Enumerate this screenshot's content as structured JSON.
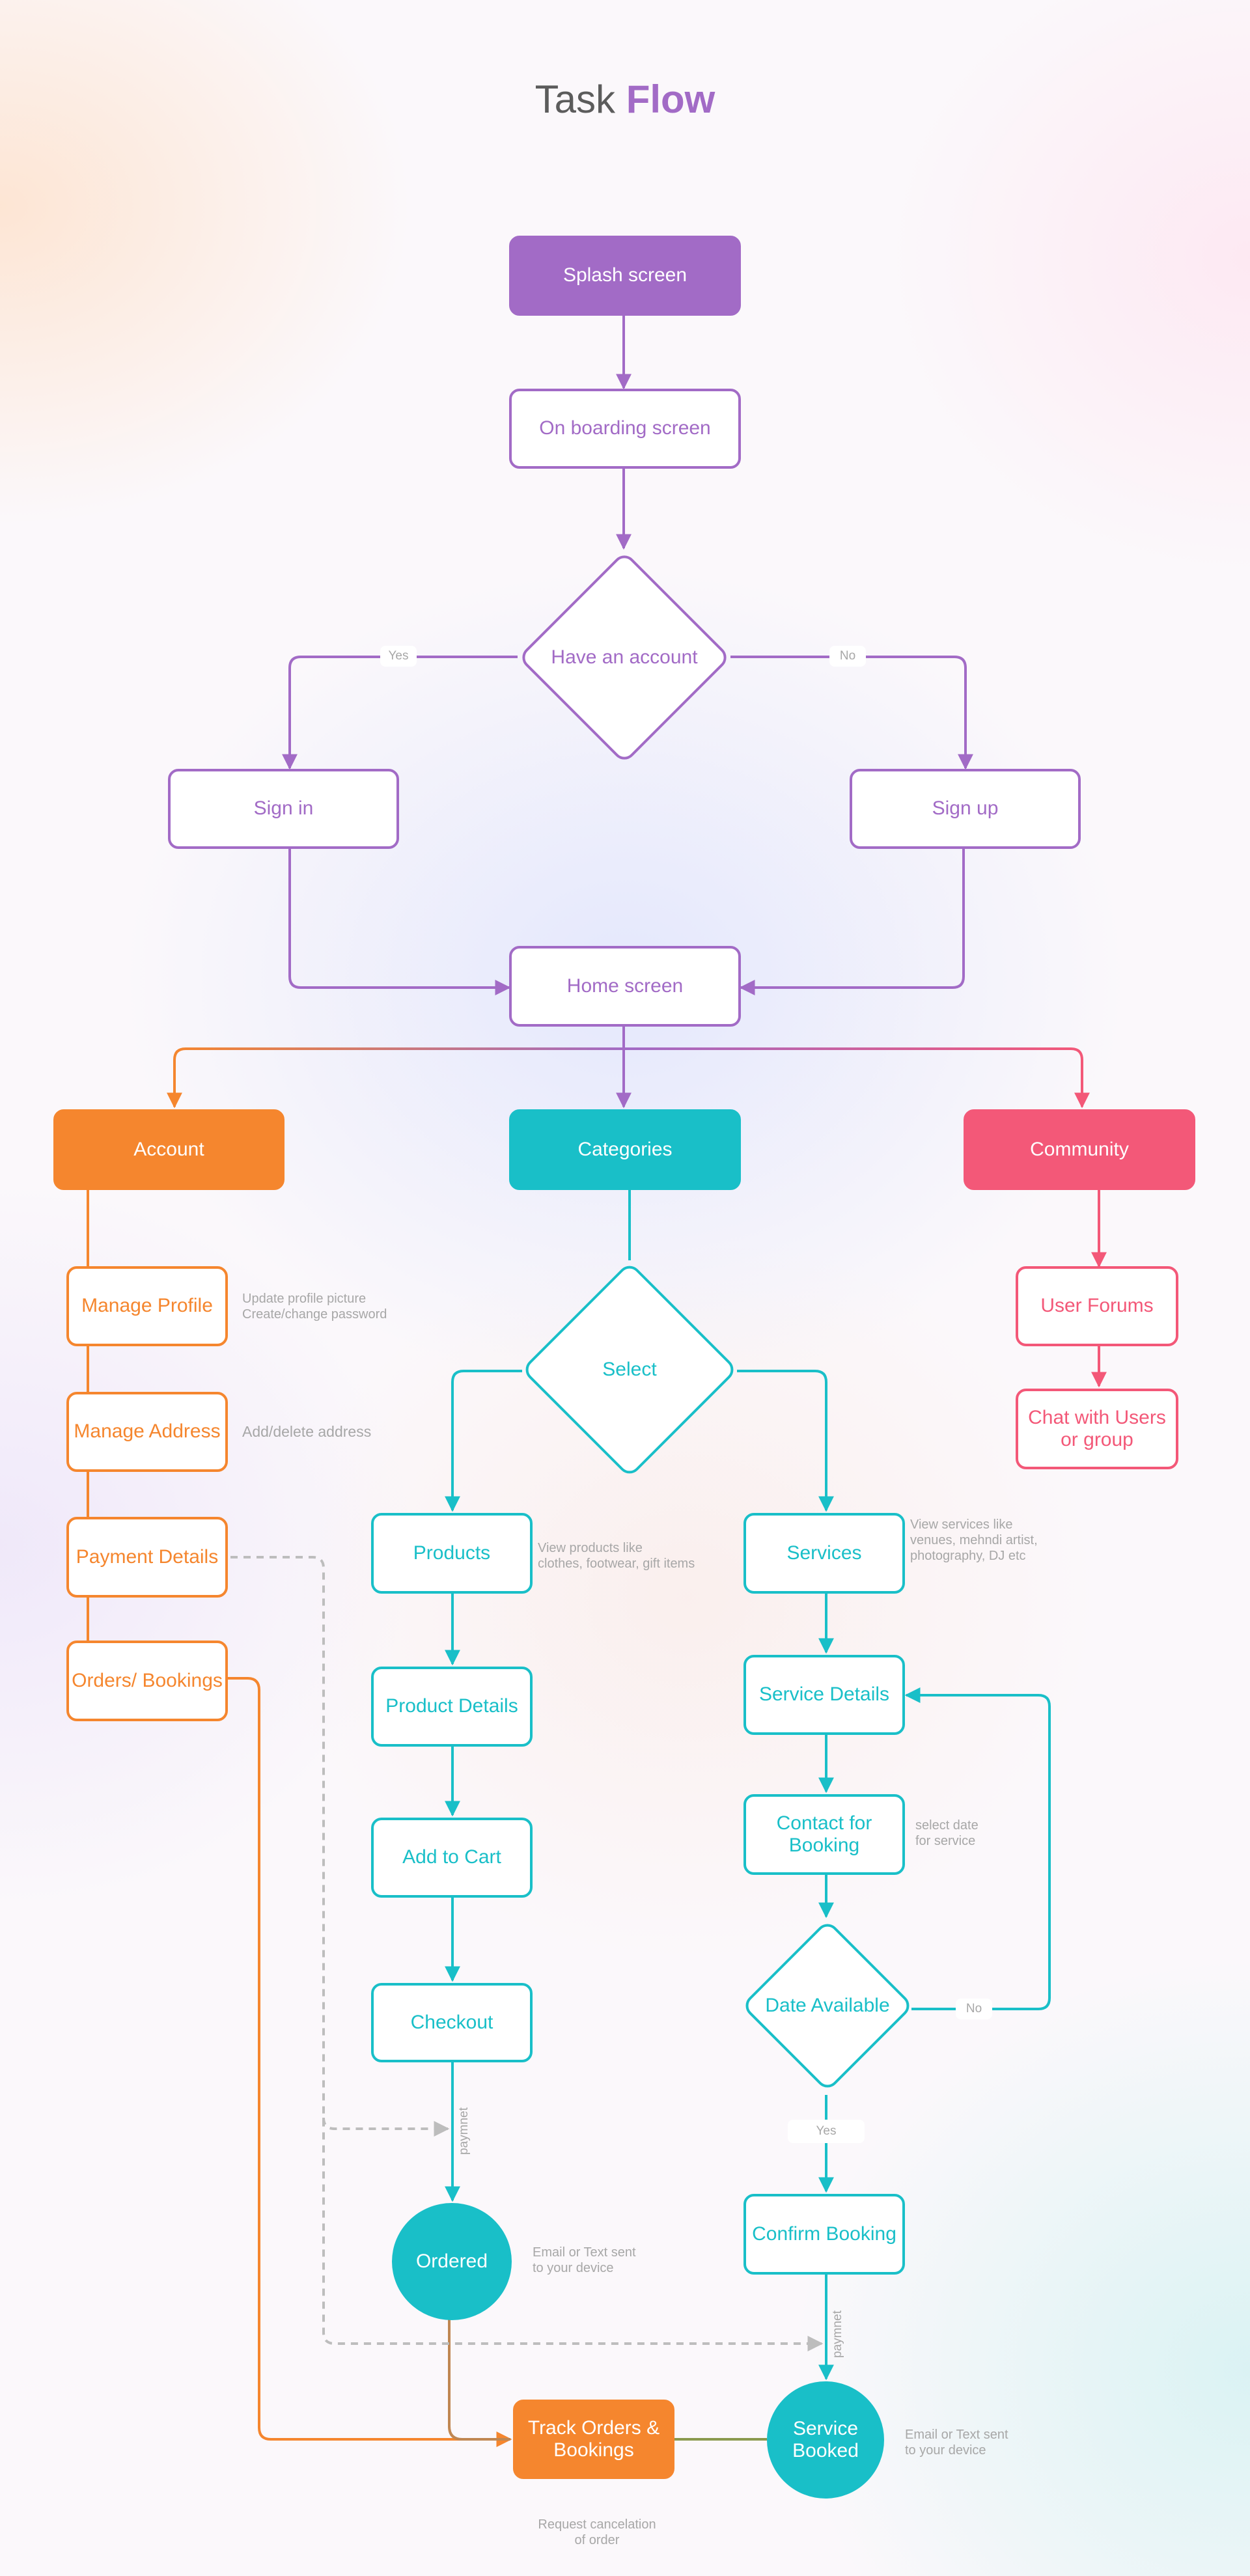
{
  "title": {
    "prefix": "Task",
    "accent": "Flow"
  },
  "colors": {
    "purple": "#a26bc6",
    "teal": "#19bfc8",
    "orange": "#f5862e",
    "pink": "#f35878",
    "note_gray": "#a7a7a7"
  },
  "nodes": {
    "splash": "Splash screen",
    "onboarding": "On boarding screen",
    "have_account": "Have an account",
    "sign_in": "Sign in",
    "sign_up": "Sign up",
    "home": "Home screen",
    "account": "Account",
    "categories": "Categories",
    "community": "Community",
    "manage_profile": "Manage Profile",
    "manage_address": "Manage Address",
    "payment_details": "Payment Details",
    "orders_bookings": "Orders/ Bookings",
    "select": "Select",
    "products": "Products",
    "product_details": "Product Details",
    "add_to_cart": "Add to Cart",
    "checkout": "Checkout",
    "ordered": "Ordered",
    "services": "Services",
    "service_details": "Service Details",
    "contact_for_booking": "Contact for Booking",
    "date_available": "Date Available",
    "confirm_booking": "Confirm Booking",
    "service_booked": "Service Booked",
    "track_orders": "Track Orders & Bookings",
    "user_forums": "User Forums",
    "chat": "Chat with Users or group"
  },
  "edge_labels": {
    "yes_account": "Yes",
    "no_account": "No",
    "no_date": "No",
    "yes_date": "Yes",
    "paymnet_products": "paymnet",
    "paymnet_services": "paymnet"
  },
  "notes": {
    "profile": "Update profile picture\nCreate/change password",
    "address": "Add/delete address",
    "products": "View products like\nclothes, footwear, gift items",
    "services": "View services like\nvenues, mehndi artist,\nphotography, DJ etc",
    "contact": "select date\nfor service",
    "ordered": "Email or Text sent\nto your device",
    "booked": "Email or Text sent\nto your device",
    "cancel": "Request cancelation\nof order"
  }
}
